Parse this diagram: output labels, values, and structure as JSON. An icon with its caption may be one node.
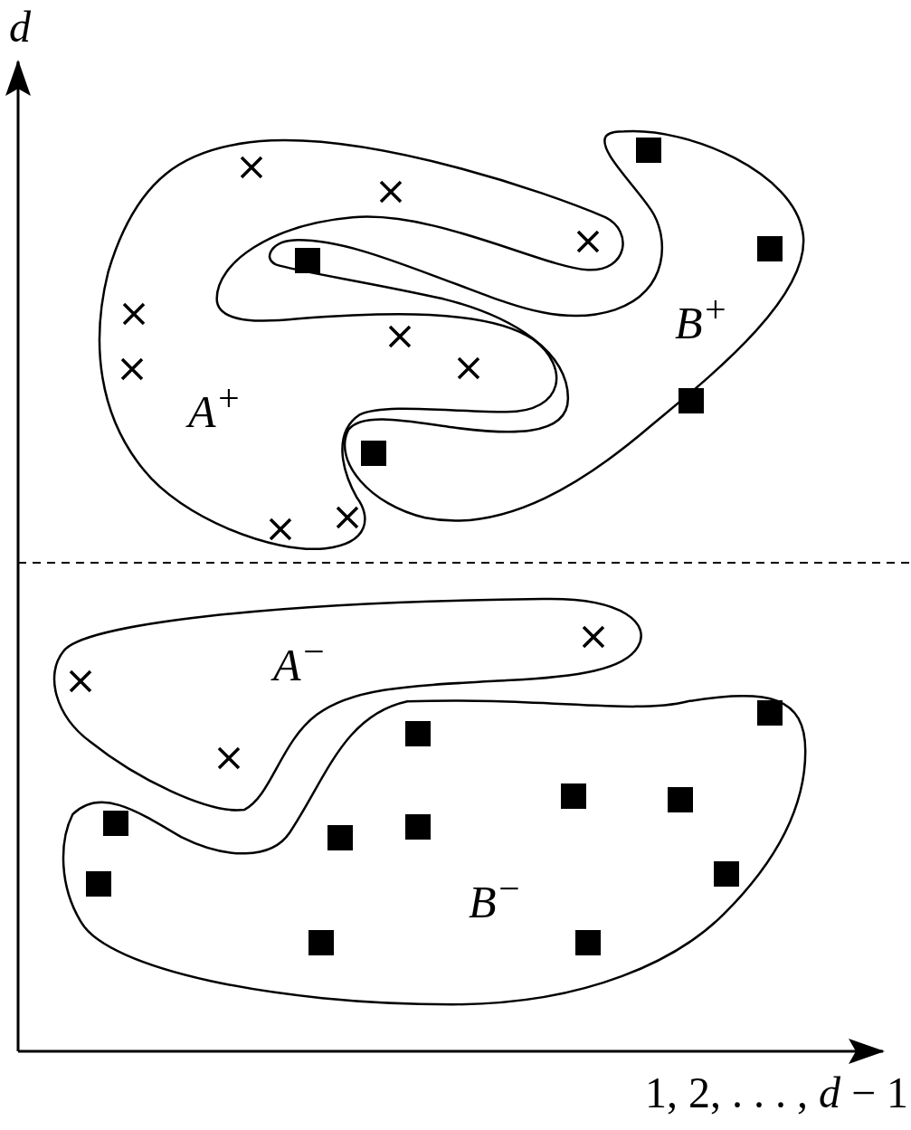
{
  "diagram": {
    "nodes": [
      {
        "text": [
          "A$^{+}$"
        ]
      },
      {
        "text": [
          "B$^{+}$"
        ]
      },
      {
        "text": [
          "A$^{−}$"
        ]
      },
      {
        "text": [
          "B$^{−}$"
        ]
      }
    ],
    "edges": [],
    "labels": [
      "d",
      "1, 2, . . . , *d* − 1"
    ]
  }
}
